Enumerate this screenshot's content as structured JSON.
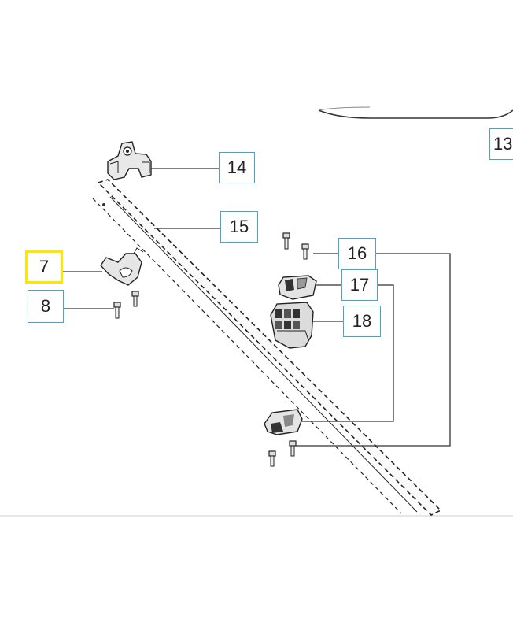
{
  "diagram": {
    "callouts": [
      {
        "id": "13",
        "label": "13"
      },
      {
        "id": "14",
        "label": "14"
      },
      {
        "id": "15",
        "label": "15"
      },
      {
        "id": "7",
        "label": "7",
        "selected": true
      },
      {
        "id": "8",
        "label": "8"
      },
      {
        "id": "16",
        "label": "16"
      },
      {
        "id": "17",
        "label": "17"
      },
      {
        "id": "18",
        "label": "18"
      }
    ]
  },
  "colors": {
    "callout_border": "#4aa3c8",
    "highlight": "#ffe600",
    "line": "#333333"
  }
}
